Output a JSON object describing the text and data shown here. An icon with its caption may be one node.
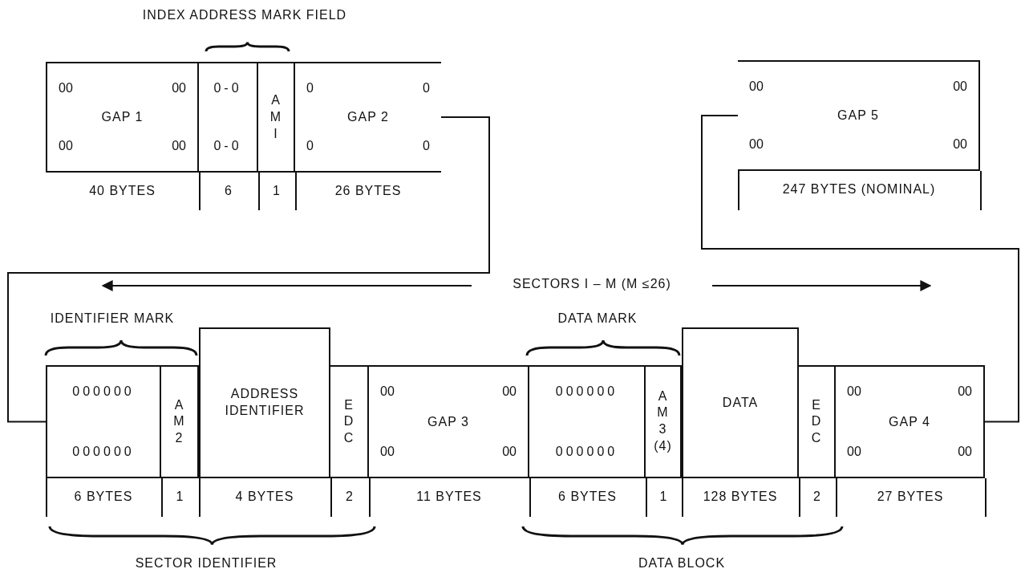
{
  "diagram": {
    "nodes": [
      {
        "text": [
          "00",
          "00",
          "GAP 1",
          "00",
          "00"
        ],
        "beside": [
          "40 BYTES"
        ]
      },
      {
        "text": [
          "0-0",
          "0-0"
        ],
        "beside": [
          "6"
        ]
      },
      {
        "text": [
          "A M I"
        ],
        "beside": [
          "1"
        ]
      },
      {
        "text": [
          "0",
          "0",
          "GAP 2",
          "0",
          "0"
        ],
        "beside": [
          "26 BYTES"
        ]
      },
      {
        "text": [
          "00",
          "00",
          "GAP 5",
          "00",
          "00"
        ],
        "beside": [
          "247 BYTES (NOMINAL)"
        ]
      },
      {
        "text": [
          "000000",
          "000000"
        ],
        "beside": [
          "6 BYTES"
        ]
      },
      {
        "text": [
          "A M 2"
        ],
        "beside": [
          "1"
        ]
      },
      {
        "text": [
          "ADDRESS IDENTIFIER"
        ],
        "beside": [
          "4 BYTES"
        ]
      },
      {
        "text": [
          "E D C"
        ],
        "beside": [
          "2"
        ]
      },
      {
        "text": [
          "00",
          "00",
          "GAP 3",
          "00",
          "00"
        ],
        "beside": [
          "11 BYTES"
        ]
      },
      {
        "text": [
          "000000",
          "000000"
        ],
        "beside": [
          "6 BYTES"
        ]
      },
      {
        "text": [
          "A M 3 (4)"
        ],
        "beside": [
          "1"
        ]
      },
      {
        "text": [
          "DATA"
        ],
        "beside": [
          "128 BYTES"
        ]
      },
      {
        "text": [
          "E D C"
        ],
        "beside": [
          "2"
        ]
      },
      {
        "text": [
          "00",
          "00",
          "GAP 4",
          "00",
          "00"
        ],
        "beside": [
          "27 BYTES"
        ]
      }
    ],
    "edges": [
      {
        "from": 3,
        "to": 5,
        "arrow": "none"
      },
      {
        "from": 14,
        "to": 4,
        "arrow": "none"
      }
    ],
    "labels": [
      "INDEX ADDRESS MARK FIELD",
      "SECTORS I – M (M ≤26)",
      "IDENTIFIER MARK",
      "DATA MARK",
      "SECTOR IDENTIFIER",
      "DATA BLOCK"
    ]
  }
}
